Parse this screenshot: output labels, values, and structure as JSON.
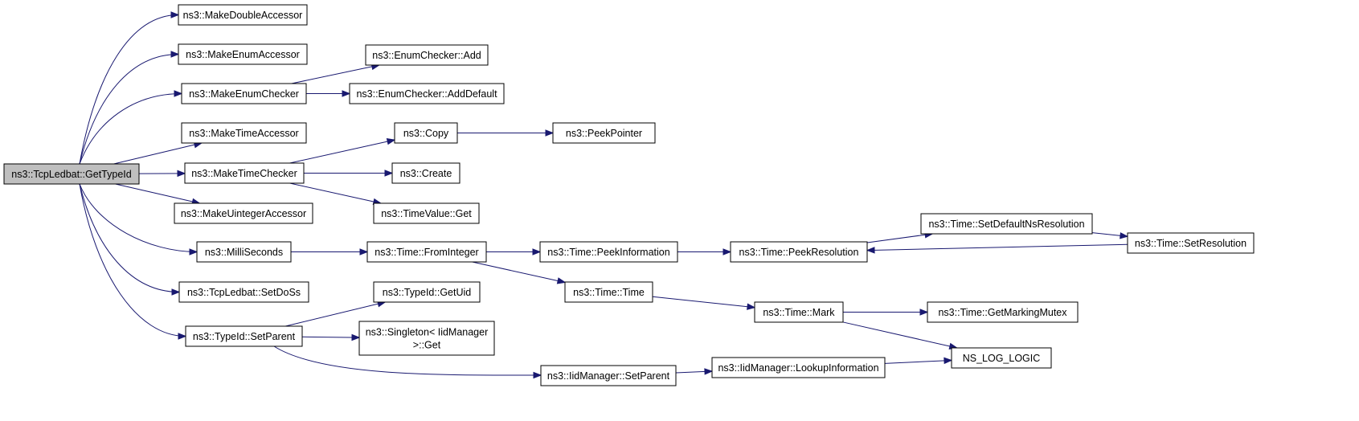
{
  "title": "",
  "nodes": [
    {
      "id": "root",
      "lines": [
        "ns3::TcpLedbat::GetTypeId"
      ],
      "root": true
    },
    {
      "id": "mkdbl",
      "lines": [
        "ns3::MakeDoubleAccessor"
      ]
    },
    {
      "id": "mkenumacc",
      "lines": [
        "ns3::MakeEnumAccessor"
      ]
    },
    {
      "id": "mkenumchk",
      "lines": [
        "ns3::MakeEnumChecker"
      ]
    },
    {
      "id": "mktimeacc",
      "lines": [
        "ns3::MakeTimeAccessor"
      ]
    },
    {
      "id": "mktimechk",
      "lines": [
        "ns3::MakeTimeChecker"
      ]
    },
    {
      "id": "mkuint",
      "lines": [
        "ns3::MakeUintegerAccessor"
      ]
    },
    {
      "id": "millis",
      "lines": [
        "ns3::MilliSeconds"
      ]
    },
    {
      "id": "setdoss",
      "lines": [
        "ns3::TcpLedbat::SetDoSs"
      ]
    },
    {
      "id": "setparent",
      "lines": [
        "ns3::TypeId::SetParent"
      ]
    },
    {
      "id": "enumadd",
      "lines": [
        "ns3::EnumChecker::Add"
      ]
    },
    {
      "id": "enumadddef",
      "lines": [
        "ns3::EnumChecker::AddDefault"
      ]
    },
    {
      "id": "copy",
      "lines": [
        "ns3::Copy"
      ]
    },
    {
      "id": "create",
      "lines": [
        "ns3::Create"
      ]
    },
    {
      "id": "tvget",
      "lines": [
        "ns3::TimeValue::Get"
      ]
    },
    {
      "id": "peekptr",
      "lines": [
        "ns3::PeekPointer"
      ]
    },
    {
      "id": "frominteger",
      "lines": [
        "ns3::Time::FromInteger"
      ]
    },
    {
      "id": "peekinfo",
      "lines": [
        "ns3::Time::PeekInformation"
      ]
    },
    {
      "id": "peekres",
      "lines": [
        "ns3::Time::PeekResolution"
      ]
    },
    {
      "id": "setdefns",
      "lines": [
        "ns3::Time::SetDefaultNsResolution"
      ]
    },
    {
      "id": "setres",
      "lines": [
        "ns3::Time::SetResolution"
      ]
    },
    {
      "id": "timetime",
      "lines": [
        "ns3::Time::Time"
      ]
    },
    {
      "id": "mark",
      "lines": [
        "ns3::Time::Mark"
      ]
    },
    {
      "id": "markmutex",
      "lines": [
        "ns3::Time::GetMarkingMutex"
      ]
    },
    {
      "id": "nslog",
      "lines": [
        "NS_LOG_LOGIC"
      ]
    },
    {
      "id": "getuid",
      "lines": [
        "ns3::TypeId::GetUid"
      ]
    },
    {
      "id": "singleton",
      "lines": [
        "ns3::Singleton< IidManager",
        ">::Get"
      ]
    },
    {
      "id": "iidsetparent",
      "lines": [
        "ns3::IidManager::SetParent"
      ]
    },
    {
      "id": "lookupinfo",
      "lines": [
        "ns3::IidManager::LookupInformation"
      ]
    }
  ],
  "edges": [
    [
      "root",
      "mkdbl"
    ],
    [
      "root",
      "mkenumacc"
    ],
    [
      "root",
      "mkenumchk"
    ],
    [
      "root",
      "mktimeacc"
    ],
    [
      "root",
      "mktimechk"
    ],
    [
      "root",
      "mkuint"
    ],
    [
      "root",
      "millis"
    ],
    [
      "root",
      "setdoss"
    ],
    [
      "root",
      "setparent"
    ],
    [
      "mkenumchk",
      "enumadd"
    ],
    [
      "mkenumchk",
      "enumadddef"
    ],
    [
      "mktimechk",
      "copy"
    ],
    [
      "mktimechk",
      "create"
    ],
    [
      "mktimechk",
      "tvget"
    ],
    [
      "copy",
      "peekptr"
    ],
    [
      "millis",
      "frominteger"
    ],
    [
      "frominteger",
      "peekinfo"
    ],
    [
      "frominteger",
      "timetime"
    ],
    [
      "peekinfo",
      "peekres"
    ],
    [
      "peekres",
      "setdefns"
    ],
    [
      "setdefns",
      "setres"
    ],
    [
      "setres",
      "peekres"
    ],
    [
      "timetime",
      "mark"
    ],
    [
      "mark",
      "markmutex"
    ],
    [
      "mark",
      "nslog"
    ],
    [
      "setparent",
      "getuid"
    ],
    [
      "setparent",
      "singleton"
    ],
    [
      "setparent",
      "iidsetparent"
    ],
    [
      "iidsetparent",
      "lookupinfo"
    ],
    [
      "lookupinfo",
      "nslog"
    ]
  ]
}
